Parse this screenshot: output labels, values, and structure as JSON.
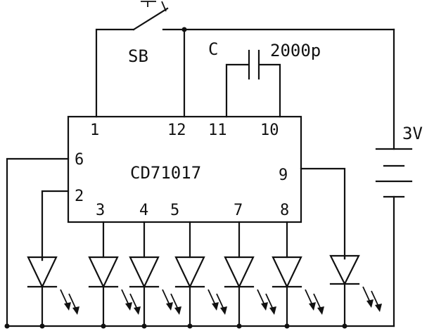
{
  "switch_label": "SB",
  "capacitor_label": "C",
  "capacitor_value": "2000p",
  "battery_voltage": "3V",
  "ic_name": "CD71017",
  "pins": {
    "p1": "1",
    "p12": "12",
    "p11": "11",
    "p10": "10",
    "p6": "6",
    "p9": "9",
    "p2": "2",
    "p3": "3",
    "p4": "4",
    "p5": "5",
    "p7": "7",
    "p8": "8"
  },
  "colors": {
    "ink": "#111111",
    "background": "#ffffff"
  }
}
